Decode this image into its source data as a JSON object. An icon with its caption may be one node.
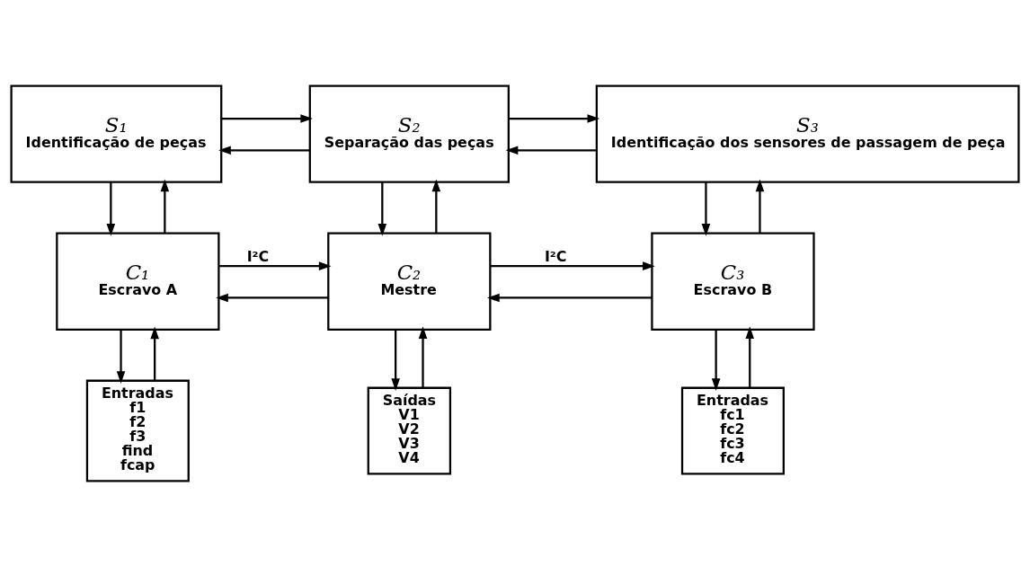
{
  "diagram": {
    "nodes": [
      {
        "text": [
          "S₁",
          "Identificação de peças"
        ]
      },
      {
        "text": [
          "S₂",
          "Separação das peças"
        ]
      },
      {
        "text": [
          "S₃",
          "Identificação dos sensores de passagem de peça"
        ]
      },
      {
        "text": [
          "C₁",
          "Escravo A"
        ]
      },
      {
        "text": [
          "C₂",
          "Mestre"
        ]
      },
      {
        "text": [
          "C₃",
          "Escravo B"
        ]
      },
      {
        "text": [
          "Entradas",
          "f1",
          "f2",
          "f3",
          "find",
          "fcap"
        ]
      },
      {
        "text": [
          "Saídas",
          "V1",
          "V2",
          "V3",
          "V4"
        ]
      },
      {
        "text": [
          "Entradas",
          "fc1",
          "fc2",
          "fc3",
          "fc4"
        ]
      }
    ],
    "edges": [
      {
        "from": 0,
        "to": 1,
        "arrow": "to"
      },
      {
        "from": 1,
        "to": 0,
        "arrow": "to"
      },
      {
        "from": 1,
        "to": 2,
        "arrow": "to"
      },
      {
        "from": 2,
        "to": 1,
        "arrow": "to"
      },
      {
        "from": 0,
        "to": 3,
        "arrow": "to"
      },
      {
        "from": 3,
        "to": 0,
        "arrow": "to"
      },
      {
        "from": 1,
        "to": 4,
        "arrow": "to"
      },
      {
        "from": 4,
        "to": 1,
        "arrow": "to"
      },
      {
        "from": 2,
        "to": 5,
        "arrow": "to"
      },
      {
        "from": 5,
        "to": 2,
        "arrow": "to"
      },
      {
        "from": 3,
        "to": 4,
        "arrow": "to",
        "label": "I²C"
      },
      {
        "from": 4,
        "to": 3,
        "arrow": "to"
      },
      {
        "from": 4,
        "to": 5,
        "arrow": "to",
        "label": "I²C"
      },
      {
        "from": 5,
        "to": 4,
        "arrow": "to"
      },
      {
        "from": 3,
        "to": 6,
        "arrow": "to"
      },
      {
        "from": 6,
        "to": 3,
        "arrow": "to"
      },
      {
        "from": 4,
        "to": 7,
        "arrow": "to"
      },
      {
        "from": 7,
        "to": 4,
        "arrow": "to"
      },
      {
        "from": 5,
        "to": 8,
        "arrow": "to"
      },
      {
        "from": 8,
        "to": 5,
        "arrow": "to"
      }
    ]
  }
}
